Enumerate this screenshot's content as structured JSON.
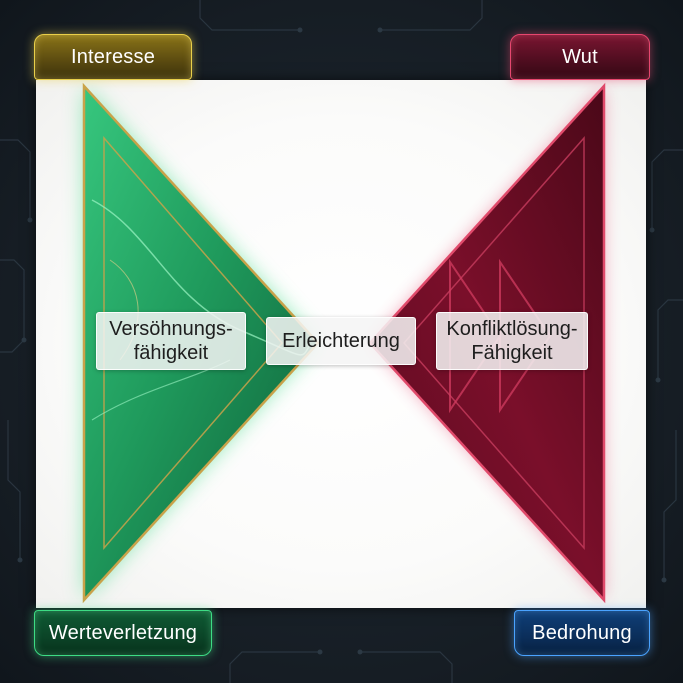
{
  "corners": {
    "top_left": "Interesse",
    "top_right": "Wut",
    "bottom_left": "Werteverletzung",
    "bottom_right": "Bedrohung"
  },
  "triangles": {
    "left": {
      "line1": "Versöhnungs-",
      "line2": "fähigkeit",
      "color": "#1f9a5c"
    },
    "center": {
      "text": "Erleichterung"
    },
    "right": {
      "line1": "Konfliktlösung-",
      "line2": "Fähigkeit",
      "color": "#7a0f2a"
    }
  },
  "colors": {
    "yellow": "#e9cf4a",
    "red": "#e6476f",
    "green": "#3ddc84",
    "blue": "#4aa3ff",
    "background": "#161d24"
  }
}
